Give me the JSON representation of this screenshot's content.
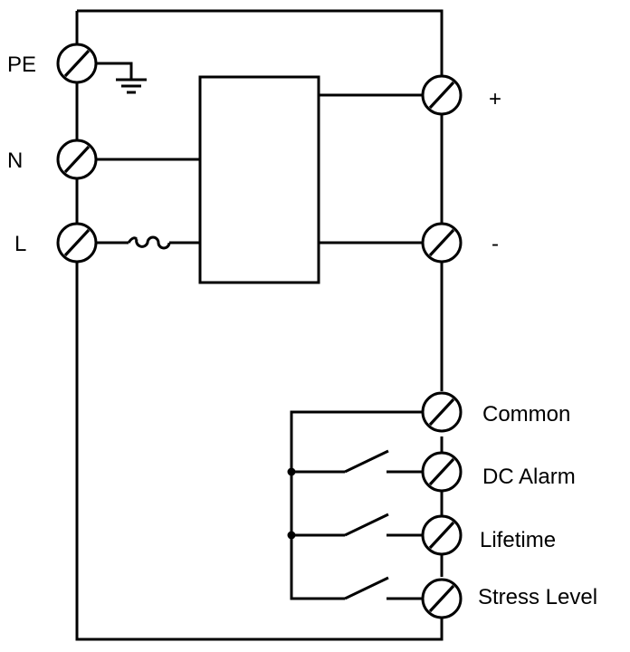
{
  "diagram": {
    "left_terminals": [
      {
        "id": "pe",
        "label": "PE"
      },
      {
        "id": "n",
        "label": "N"
      },
      {
        "id": "l",
        "label": "L"
      }
    ],
    "output_terminals": [
      {
        "id": "plus",
        "label": "+"
      },
      {
        "id": "minus",
        "label": "-"
      }
    ],
    "signal_terminals": [
      {
        "id": "common",
        "label": "Common"
      },
      {
        "id": "dc-alarm",
        "label": "DC Alarm"
      },
      {
        "id": "lifetime",
        "label": "Lifetime"
      },
      {
        "id": "stress-level",
        "label": "Stress Level"
      }
    ]
  }
}
